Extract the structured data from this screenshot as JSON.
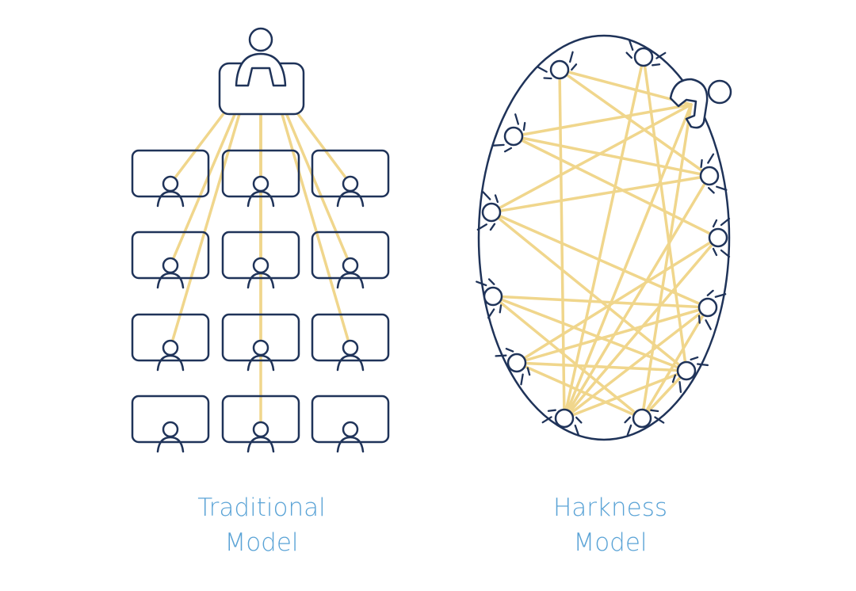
{
  "colors": {
    "ink": "#1f3359",
    "link": "#f0d68c",
    "caption": "#5aa3d6",
    "background": "#ffffff"
  },
  "traditional": {
    "caption_line1": "Traditional",
    "caption_line2": "Model",
    "teacher_icon": "teacher-at-desk-icon",
    "student_icon": "student-at-desk-icon",
    "rows": 4,
    "columns": 3
  },
  "harkness": {
    "caption_line1": "Harkness",
    "caption_line2": "Model",
    "table_shape": "oval",
    "teacher_icon": "teacher-seated-icon",
    "student_icon": "student-seated-icon",
    "participants": 12
  }
}
